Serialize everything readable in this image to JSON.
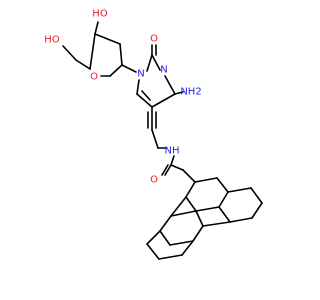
{
  "molecule": {
    "atoms": {
      "oh_sugar": "HO",
      "oh_primary": "HO",
      "o_ring": "O",
      "o_carbonyl": "O",
      "n1": "N",
      "n3": "N",
      "nh2": "NH2",
      "nh_amide": "NH",
      "o_amide": "O"
    },
    "colors": {
      "bond": "#000000",
      "oxygen": "#ee1c24",
      "nitrogen": "#2323ee"
    }
  }
}
